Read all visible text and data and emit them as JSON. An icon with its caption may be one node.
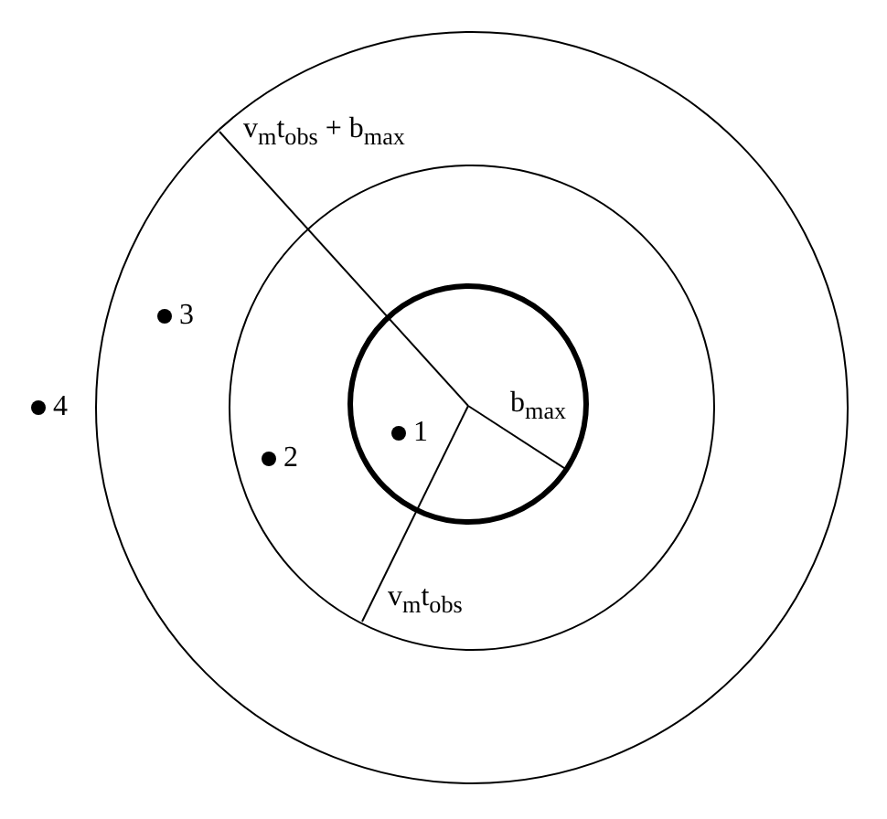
{
  "diagram": {
    "nodes": [
      {
        "text": [],
        "shape": "circle"
      },
      {
        "text": [],
        "shape": "circle",
        "in": 0
      },
      {
        "text": [],
        "shape": "circle",
        "in": 1
      },
      {
        "text": [],
        "shape": "dot",
        "beside": [
          "1"
        ],
        "in": 2
      },
      {
        "text": [],
        "shape": "dot",
        "beside": [
          "2"
        ],
        "in": 1
      },
      {
        "text": [],
        "shape": "dot",
        "beside": [
          "3"
        ],
        "in": 0
      },
      {
        "text": [],
        "shape": "dot",
        "beside": [
          "4"
        ]
      }
    ],
    "labels": [
      "v$_{m}$t$_{obs}$ + b$_{max}$",
      "b$_{max}$",
      "v$_{m}$t$_{obs}$"
    ]
  }
}
